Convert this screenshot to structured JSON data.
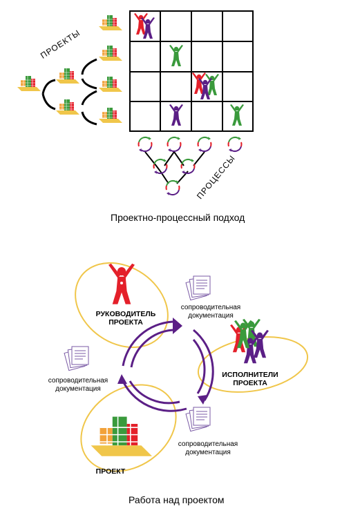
{
  "top": {
    "projects_label": "ПРОЕКТЫ",
    "processes_label": "ПРОЦЕССЫ",
    "caption": "Проектно-процессный подход"
  },
  "bottom": {
    "manager_label": [
      "РУКОВОДИТЕЛЬ",
      "ПРОЕКТА"
    ],
    "executors_label": [
      "ИСПОЛНИТЕЛИ",
      "ПРОЕКТА"
    ],
    "project_label": "ПРОЕКТ",
    "docs_label_top": [
      "сопроводительная",
      "документация"
    ],
    "docs_label_left": [
      "сопроводительная",
      "документация"
    ],
    "docs_label_bottom": [
      "сопроводительная",
      "документация"
    ],
    "caption": "Работа над проектом"
  },
  "colors": {
    "red": "#e4202a",
    "green": "#3a9a3c",
    "purple": "#5b1f86",
    "orange": "#f2a23a",
    "yellow": "#f0c64a",
    "grid": "#000000"
  }
}
